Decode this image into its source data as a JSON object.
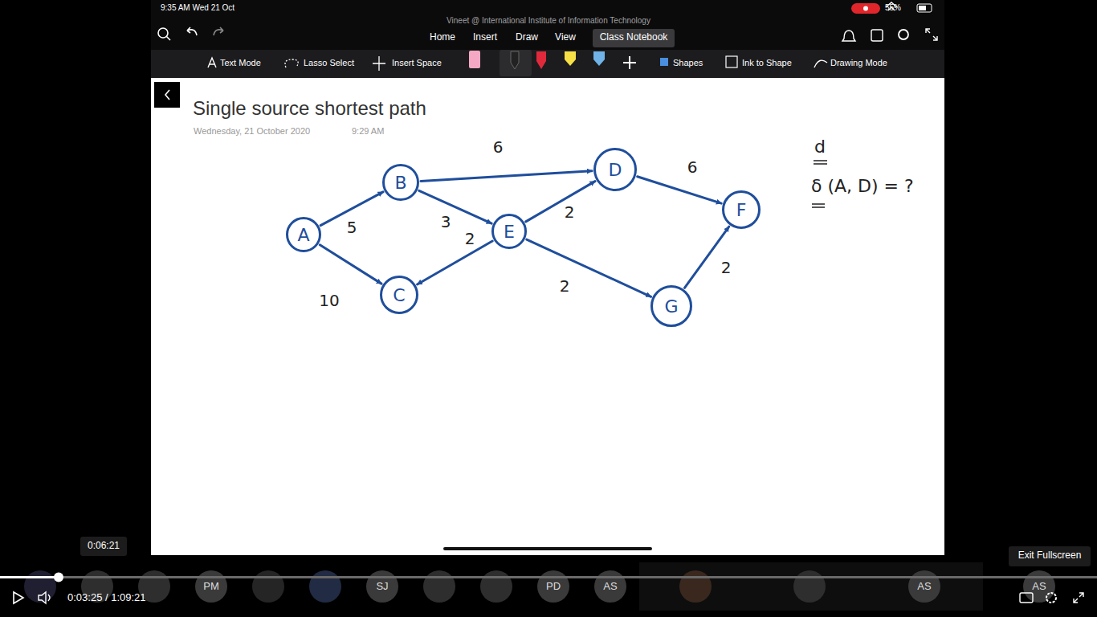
{
  "diagram": {
    "title": "Single source shortest path",
    "nodes": [
      {
        "text": [
          "A"
        ]
      },
      {
        "text": [
          "B"
        ]
      },
      {
        "text": [
          "C"
        ]
      },
      {
        "text": [
          "D"
        ]
      },
      {
        "text": [
          "E"
        ]
      },
      {
        "text": [
          "F"
        ]
      },
      {
        "text": [
          "G"
        ]
      }
    ],
    "edges": [
      {
        "from": 0,
        "to": 1,
        "arrow": "to",
        "label": "5"
      },
      {
        "from": 0,
        "to": 2,
        "arrow": "to",
        "label": "10"
      },
      {
        "from": 1,
        "to": 3,
        "arrow": "to",
        "label": "6"
      },
      {
        "from": 1,
        "to": 4,
        "arrow": "to",
        "label": "3"
      },
      {
        "from": 4,
        "to": 2,
        "arrow": "to",
        "label": "2"
      },
      {
        "from": 4,
        "to": 3,
        "arrow": "to",
        "label": "2"
      },
      {
        "from": 4,
        "to": 6,
        "arrow": "to",
        "label": "2"
      },
      {
        "from": 3,
        "to": 5,
        "arrow": "to",
        "label": "6"
      },
      {
        "from": 6,
        "to": 5,
        "arrow": "to",
        "label": "2"
      }
    ],
    "labels": [
      "9:35 AM Wed 21 Oct",
      "Vineet @ International Institute of Information Technology",
      "55%",
      "Home",
      "Insert",
      "Draw",
      "View",
      "Class Notebook",
      "Text Mode",
      "Lasso Select",
      "Insert Space",
      "Shapes",
      "Ink to Shape",
      "Drawing Mode",
      "Wednesday, 21 October 2020",
      "9:29 AM",
      "d",
      "δ (A, D) = ?",
      "0:06:21",
      "0:03:25 / 1:09:21",
      "Exit Fullscreen",
      "PM",
      "SJ",
      "PD",
      "AS",
      "AS",
      "AS"
    ]
  }
}
